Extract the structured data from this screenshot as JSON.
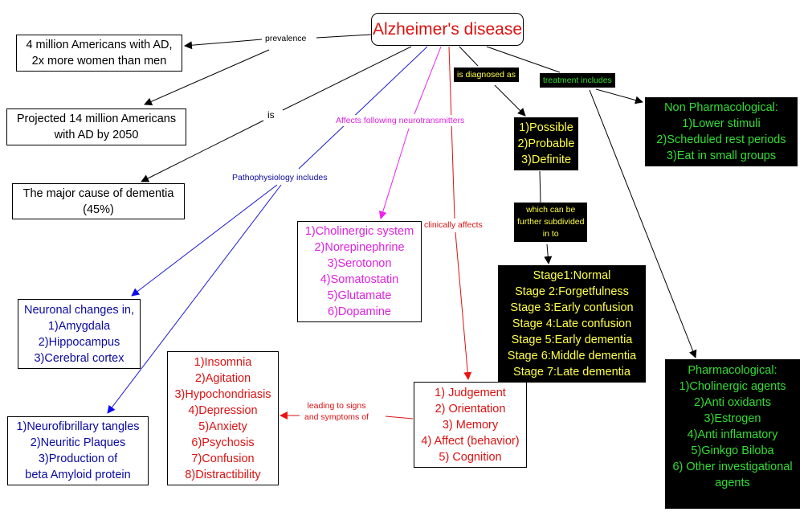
{
  "title": "Concept map: Alzheimer's disease",
  "colors": {
    "root": "#dd1111",
    "black_text": "#000000",
    "blue": "#0a0aa0",
    "magenta": "#dd22dd",
    "red": "#dd1111",
    "yellow": "#ffff44",
    "green": "#33dd33"
  },
  "root": {
    "label": "Alzheimer's disease"
  },
  "nodes": {
    "prevalence_current": {
      "lines": [
        "4 million Americans with AD,",
        "2x more women than men"
      ]
    },
    "prevalence_projected": {
      "lines": [
        "Projected 14 million Americans",
        "with AD by 2050"
      ]
    },
    "major_cause": {
      "lines": [
        "The major cause of dementia",
        "(45%)"
      ]
    },
    "neuronal_changes": {
      "lines": [
        "Neuronal changes in,",
        "1)Amygdala",
        "2)Hippocampus",
        "3)Cerebral cortex"
      ]
    },
    "pathology": {
      "lines": [
        "1)Neurofibrillary tangles",
        "2)Neuritic Plaques",
        "3)Production of",
        "beta Amyloid protein"
      ]
    },
    "neurotransmitters": {
      "lines": [
        "1)Cholinergic system",
        "2)Norepinephrine",
        "3)Serotonon",
        "4)Somatostatin",
        "5)Glutamate",
        "6)Dopamine"
      ]
    },
    "symptoms": {
      "lines": [
        "1)Insomnia",
        "2)Agitation",
        "3)Hypochondriasis",
        "4)Depression",
        "5)Anxiety",
        "6)Psychosis",
        "7)Confusion",
        "8)Distractibility"
      ]
    },
    "clinical": {
      "lines": [
        "1) Judgement",
        "2) Orientation",
        "3) Memory",
        "4) Affect (behavior)",
        "5) Cognition"
      ]
    },
    "diagnosis": {
      "lines": [
        "1)Possible",
        "2)Probable",
        "3)Definite"
      ]
    },
    "stages": {
      "lines": [
        "Stage1:Normal",
        "Stage 2:Forgetfulness",
        "Stage 3:Early confusion",
        "Stage 4:Late confusion",
        "Stage 5:Early dementia",
        "Stage 6:Middle dementia",
        "Stage 7:Late dementia"
      ]
    },
    "non_pharm": {
      "lines": [
        "Non Pharmacological:",
        "1)Lower stimuli",
        "2)Scheduled rest periods",
        "3)Eat in small groups"
      ]
    },
    "pharm": {
      "lines": [
        "Pharmacological:",
        "1)Cholinergic agents",
        "2)Anti oxidants",
        "3)Estrogen",
        "4)Anti inflamatory",
        "5)Ginkgo Biloba",
        "6) Other investigational",
        "agents"
      ]
    }
  },
  "links": {
    "prevalence": {
      "lines": [
        "prevalence"
      ]
    },
    "is": {
      "lines": [
        "is"
      ]
    },
    "pathophysiology": {
      "lines": [
        "Pathophysiology includes"
      ]
    },
    "affects_nt": {
      "lines": [
        "Affects following neurotransmitters"
      ]
    },
    "clinically": {
      "lines": [
        "clinically affects"
      ]
    },
    "leading": {
      "lines": [
        "leading to signs",
        "and symptoms of"
      ]
    },
    "diagnosed": {
      "lines": [
        "is diagnosed as"
      ]
    },
    "subdivided": {
      "lines": [
        "which can be",
        "further subdivided",
        "in to"
      ]
    },
    "treatment": {
      "lines": [
        "treatment includes"
      ]
    }
  }
}
